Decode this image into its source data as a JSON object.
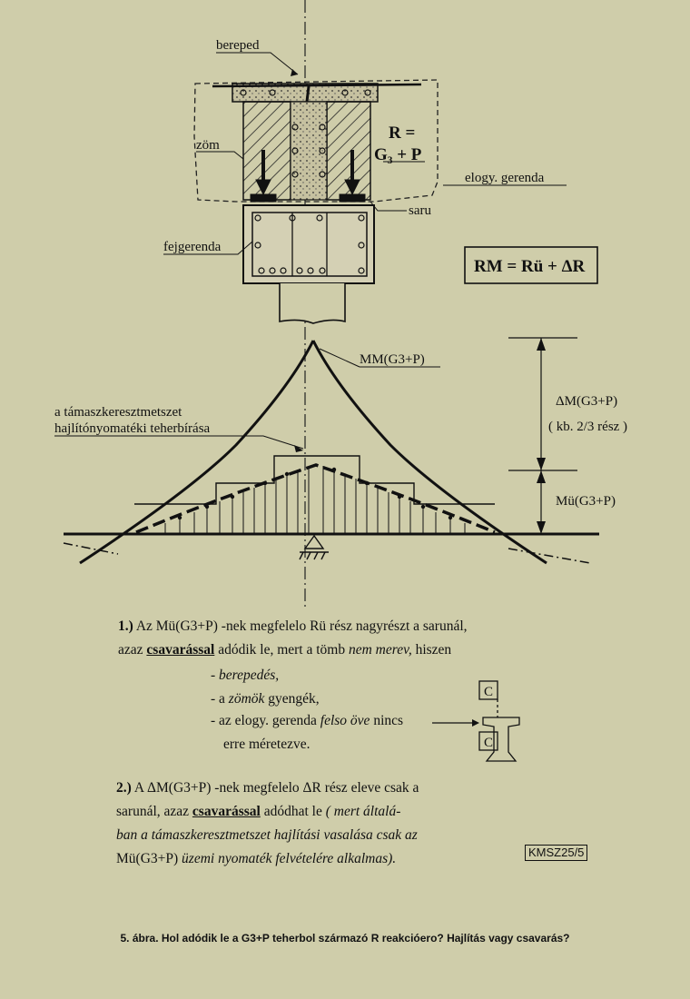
{
  "labels": {
    "bereped": "bereped",
    "zom": "zöm",
    "r_label": "R =",
    "r_formula": "G₃ + P",
    "elogy": "elogy. gerenda",
    "saru": "saru",
    "fejgerenda": "fejgerenda",
    "rm_formula": "RM = Rü + ΔR",
    "mm": "MM(G3+P)",
    "capacity_line1": "a támaszkeresztmetszet",
    "capacity_line2": "hajlítónyomatéki teherbírása",
    "dm": "ΔM(G3+P)",
    "dm_note": "( kb. 2/3 rész )",
    "mu": "Mü(G3+P)"
  },
  "text": {
    "p1_num": "1.)",
    "p1_a": "Az Mü(G3+P) -nek megfelelo Rü rész nagyrészt a sarunál,",
    "p1_b_pre": "azaz",
    "p1_b_ul": "csavarással",
    "p1_b_mid": "adódik le, mert a tömb",
    "p1_b_it": "nem merev,",
    "p1_b_post": "hiszen",
    "li1": "- berepedés,",
    "li2_pre": "- a",
    "li2_it": "zömök",
    "li2_post": "gyengék,",
    "li3_pre": "- az elogy. gerenda",
    "li3_it": "felso öve",
    "li3_post": "nincs",
    "li4": "erre méretezve.",
    "p2_num": "2.)",
    "p2_a": "A ΔM(G3+P) -nek megfelelo ΔR rész eleve csak a",
    "p2_b_pre": "sarunál, azaz",
    "p2_b_ul": "csavarással",
    "p2_b_mid": "adódhat le",
    "p2_b_it": "( mert általá-",
    "p2_c": "ban a támaszkeresztmetszet hajlítási vasalása csak az",
    "p2_d_pre": "Mü(G3+P)",
    "p2_d_it": "üzemi nyomaték felvételére alkalmas).",
    "code": "KMSZ25/5",
    "caption": "5. ábra. Hol adódik le a G3+P teherbol származó R reakcióero? Hajlítás vagy csavarás?"
  },
  "colors": {
    "paper": "#cfcdaa",
    "ink": "#111111",
    "concrete": "#bdb79a"
  }
}
